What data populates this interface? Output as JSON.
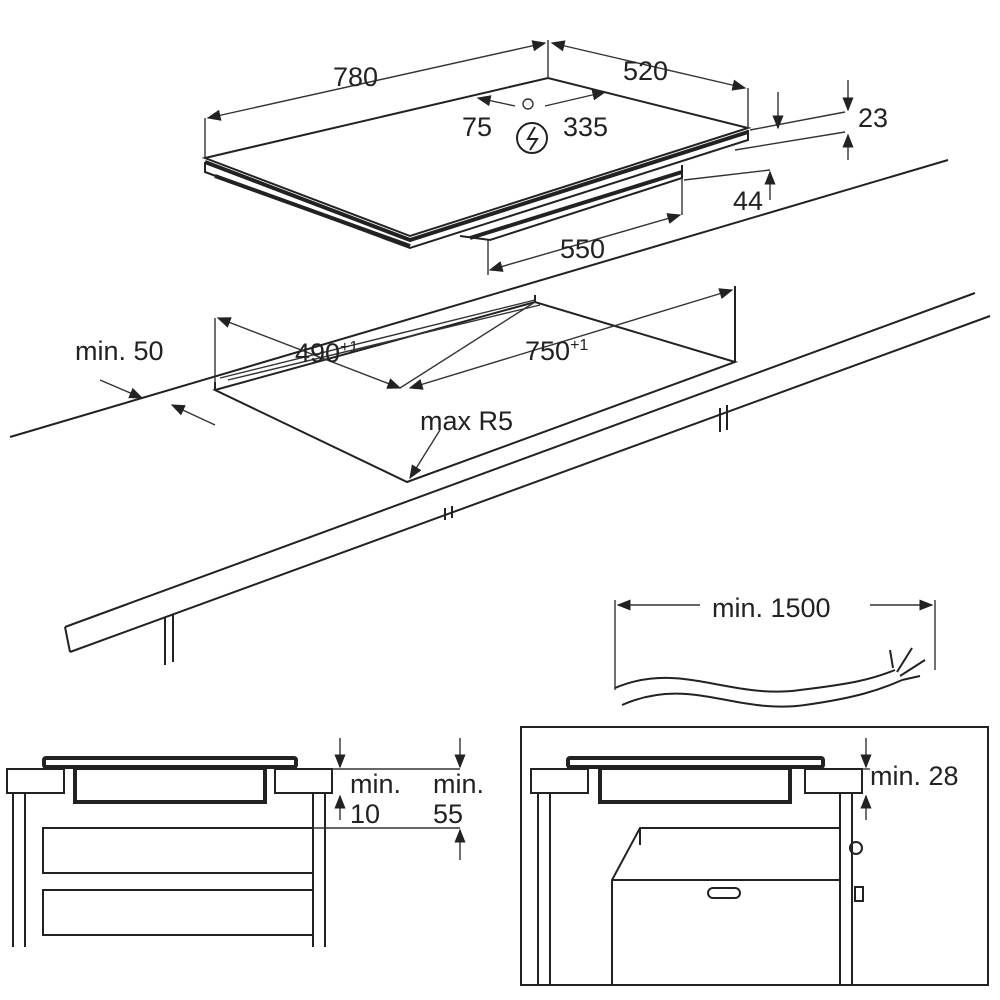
{
  "hob": {
    "width": "780",
    "depth": "520",
    "connection_offset_left": "75",
    "connection_offset_right": "335",
    "glass_thickness": "23",
    "total_height": "44",
    "base_width": "550"
  },
  "cutout": {
    "front_margin": "min. 50",
    "depth": "490",
    "depth_tolerance": "+1",
    "width": "750",
    "width_tolerance": "+1",
    "corner_radius": "max R5"
  },
  "cable": {
    "length": "min. 1500"
  },
  "section_left": {
    "label_a": "min.",
    "value_a": "10",
    "label_b": "min.",
    "value_b": "55"
  },
  "section_right": {
    "clearance": "min. 28"
  },
  "colors": {
    "line": "#222222",
    "background": "#ffffff"
  }
}
